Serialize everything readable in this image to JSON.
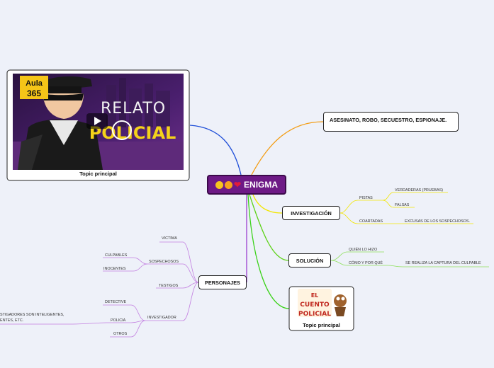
{
  "center": {
    "title": "ENIGMA"
  },
  "topic_left": {
    "caption": "Topic principal",
    "logo_line1": "Aula",
    "logo_line2": "365",
    "title_line1": "RELATO",
    "title_line2": "POLICIAL"
  },
  "topic_right": {
    "caption": "Topic principal",
    "logo_line1": "EL",
    "logo_line2": "CUENTO",
    "logo_line3": "POLICIAL"
  },
  "nodes": {
    "asesinato": "ASESINATO, ROBO, SECUESTRO, ESPIONAJE.",
    "investigacion": "INVESTIGACIÓN",
    "solucion": "SOLUCIÓN",
    "personajes": "PERSONAJES"
  },
  "investigacion": {
    "pistas": "PISTAS",
    "verdaderas": "VERDADERAS (PRUEBAS)",
    "falsas": "FALSAS",
    "coartadas": "COARTADAS",
    "excusas": "EXCUSAS DE LOS SOSPECHOSOS."
  },
  "solucion": {
    "quien": "QUIÉN LO HIZO",
    "como": "CÓMO Y POR QUÉ",
    "captura": "SE REALIZA LA CAPTURA DEL CULPABLE"
  },
  "personajes": {
    "victima": "VICTIMA",
    "sospechosos": "SOSPECHOSOS",
    "culpables": "CULPABLES",
    "inocentes": "INOCENTES",
    "testigos": "TESTIGOS",
    "investigador": "INVESTIGADOR",
    "detective": "DETECTIVE",
    "policia": "POLICIA",
    "otros": "OTROS",
    "note_line1": "STIGADORES SON INTELIGENTES,",
    "note_line2": "ENTES, ETC."
  },
  "colors": {
    "background": "#eef1f9",
    "center": "#6e1a86",
    "orange": "#f39c12",
    "yellow": "#f2e600",
    "green": "#5ed21a",
    "blue": "#1f4fd8",
    "purple": "#9b3fd0"
  },
  "icons": [
    "play-icon",
    "detective-illustration",
    "magnifier-icon",
    "emoji-grin-icon",
    "emoji-heart-eyes-icon",
    "heart-icon"
  ]
}
